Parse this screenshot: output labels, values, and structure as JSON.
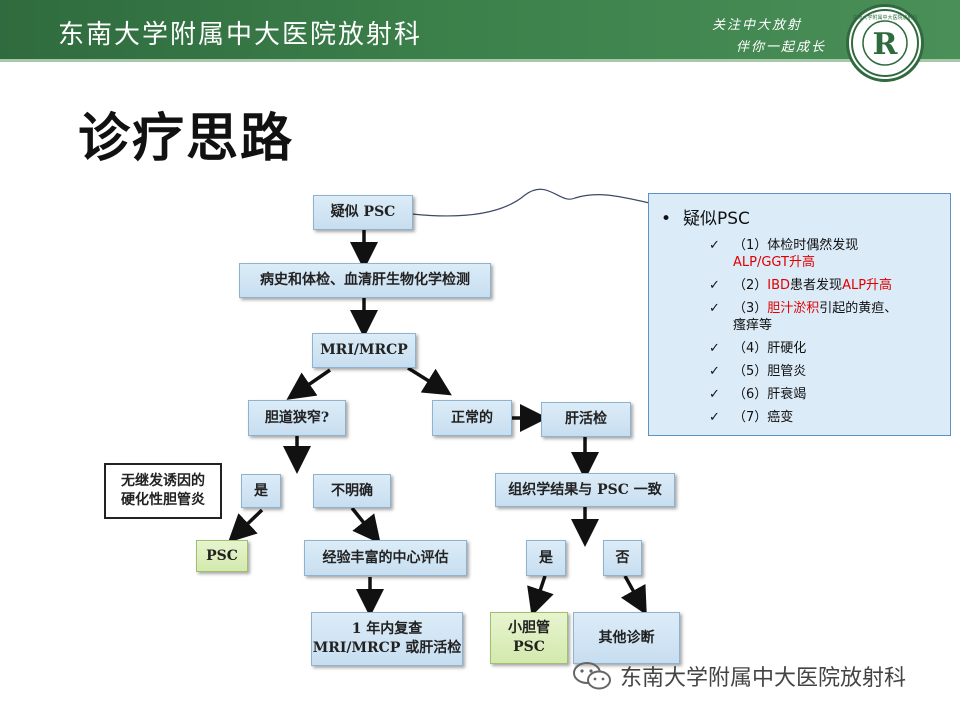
{
  "header": {
    "title": "东南大学附属中大医院放射科",
    "slogan_line1": "关注中大放射",
    "slogan_line2": "伴你一起成长",
    "logo_glyph": "R",
    "logo_ring_text": "东南大学附属中大医院放射科",
    "logo_icon": "hospital-logo-icon"
  },
  "slide": {
    "title": "诊疗思路"
  },
  "flowchart": {
    "suspect_psc": "疑似 PSC",
    "history": "病史和体检、血清肝生物化学检测",
    "mri": "MRI/MRCP",
    "stricture": "胆道狭窄?",
    "normal": "正常的",
    "liver_biopsy": "肝活检",
    "secondary_line1": "无继发诱因的",
    "secondary_line2": "硬化性胆管炎",
    "yes_left": "是",
    "unclear": "不明确",
    "histology_match": "组织学结果与 PSC 一致",
    "psc": "PSC",
    "expert_center": "经验丰富的中心评估",
    "yes_right": "是",
    "no": "否",
    "recheck_line1": "1 年内复查",
    "recheck_line2": "MRI/MRCP 或肝活检",
    "small_duct_line1": "小胆管",
    "small_duct_line2": "PSC",
    "other_dx": "其他诊断"
  },
  "callout": {
    "heading": "疑似PSC",
    "bullet_glyph": "•",
    "check_glyph": "✓",
    "item1_a": "（1）体检时偶然发现",
    "item1_b": "ALP/GGT升高",
    "item2_a": "（2）",
    "item2_b": "IBD",
    "item2_c": "患者发现",
    "item2_d": "ALP升高",
    "item3_a": "（3）",
    "item3_b": "胆汁淤积",
    "item3_c": "引起的黄疸、",
    "item3_d": "瘙痒等",
    "item4": "（4）肝硬化",
    "item5": "（5）胆管炎",
    "item6": "（6）肝衰竭",
    "item7": "（7）癌变"
  },
  "watermark": {
    "text": "东南大学附属中大医院放射科",
    "icon": "wechat-icon"
  },
  "colors": {
    "header_green": "#3b7f4a",
    "box_blue": "#c7def0",
    "box_green": "#d3e9ad",
    "highlight_red": "#e00000",
    "callout_border": "#5d93c4"
  }
}
